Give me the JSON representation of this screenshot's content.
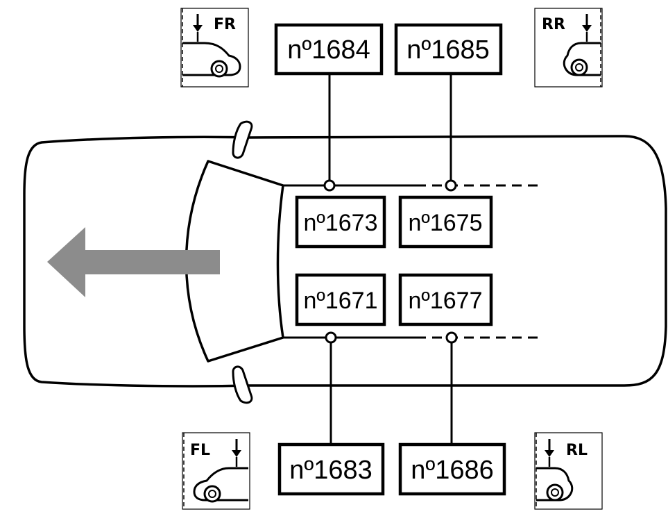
{
  "colors": {
    "outline": "#000000",
    "arrow": "#8c8c8c",
    "background": "#ffffff"
  },
  "corners": {
    "front_right": {
      "label": "FR",
      "icon": "car-front-view-icon"
    },
    "rear_right": {
      "label": "RR",
      "icon": "car-rear-view-icon"
    },
    "front_left": {
      "label": "FL",
      "icon": "car-front-view-icon"
    },
    "rear_left": {
      "label": "RL",
      "icon": "car-rear-view-icon"
    }
  },
  "callouts": {
    "top_front": "nº1684",
    "top_rear": "nº1685",
    "inner_top_front": "nº1673",
    "inner_top_rear": "nº1675",
    "inner_bottom_front": "nº1671",
    "inner_bottom_rear": "nº1677",
    "bottom_front": "nº1683",
    "bottom_rear": "nº1686"
  },
  "direction_arrow": {
    "icon": "direction-arrow-icon",
    "points": "forward"
  }
}
